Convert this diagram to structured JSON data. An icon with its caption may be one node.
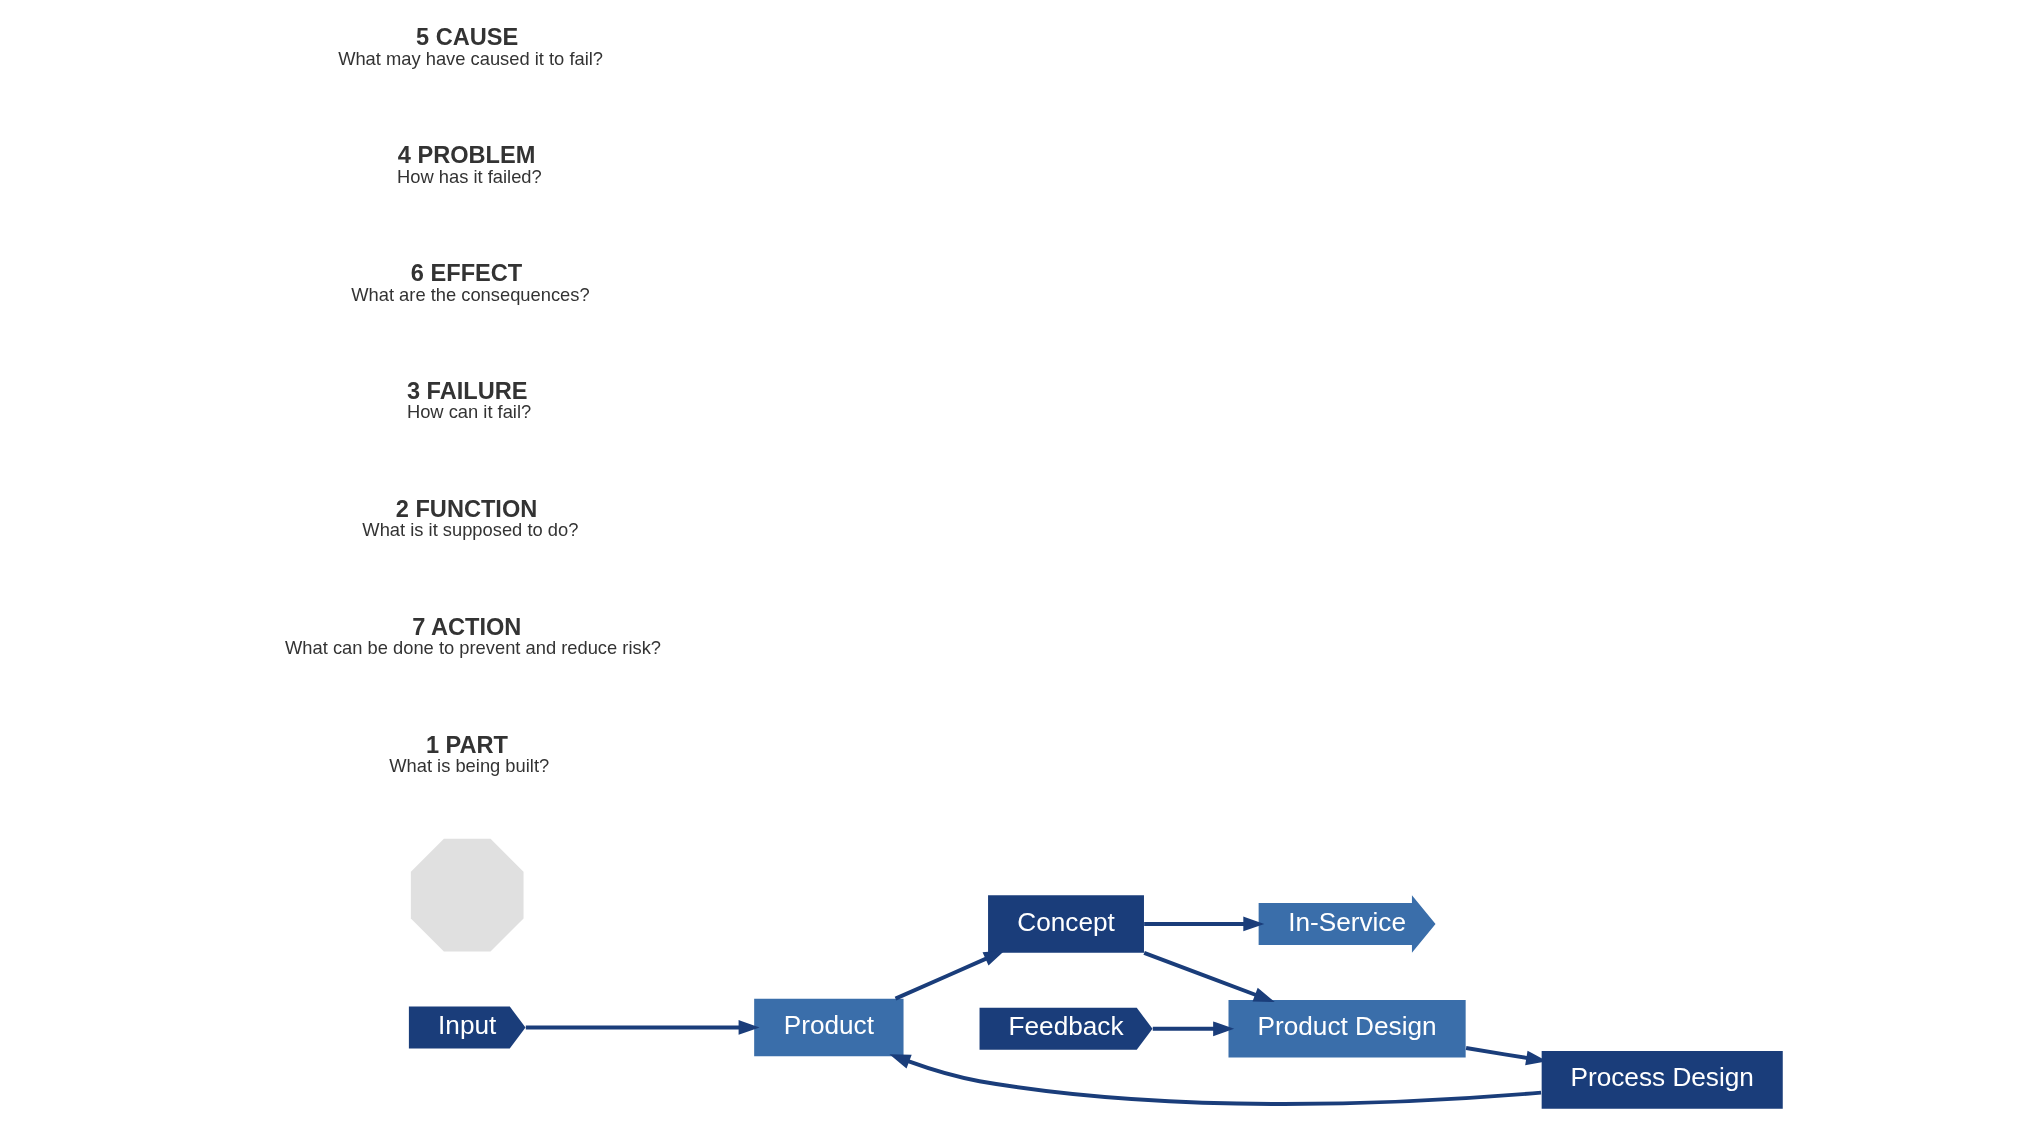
{
  "diagram": {
    "nodes": [
      {
        "text": [
          "Input"
        ]
      },
      {
        "text": [
          "Product"
        ]
      },
      {
        "text": [
          "Concept"
        ]
      },
      {
        "text": [
          "In-Service"
        ]
      },
      {
        "text": [
          "Product Design"
        ]
      },
      {
        "text": [
          "Feedback"
        ]
      },
      {
        "text": [
          "Process Design"
        ]
      },
      {
        "text": [],
        "shape": "gear"
      }
    ],
    "edges": [
      {
        "from": 0,
        "to": 1,
        "arrow": "to"
      },
      {
        "from": 1,
        "to": 2,
        "arrow": "to"
      },
      {
        "from": 2,
        "to": 3,
        "arrow": "to"
      },
      {
        "from": 2,
        "to": 4,
        "arrow": "to"
      },
      {
        "from": 5,
        "to": 4,
        "arrow": "to"
      },
      {
        "from": 4,
        "to": 6,
        "arrow": "to"
      },
      {
        "from": 6,
        "to": 1,
        "arrow": "to"
      }
    ],
    "labels": [
      "1 PART",
      "What is being built?",
      "7 ACTION",
      "What can be done to prevent and reduce risk?",
      "2 FUNCTION",
      "What is it supposed to do?",
      "3 FAILURE",
      "How can it fail?",
      "6 EFFECT",
      "What are the consequences?",
      "4 PROBLEM",
      "How has it failed?",
      "5 CAUSE",
      "What may have caused it to fail?"
    ]
  }
}
